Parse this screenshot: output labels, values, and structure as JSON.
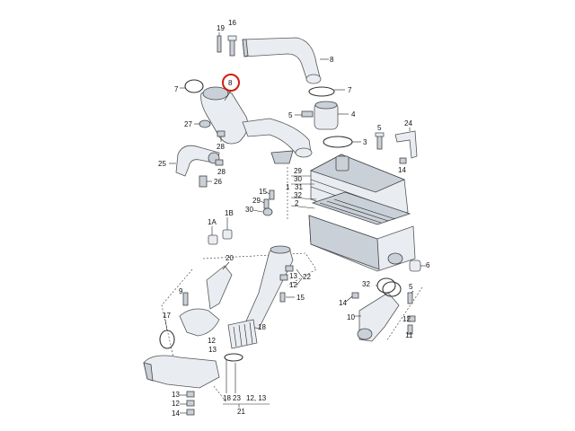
{
  "diagram": {
    "highlight_color": "#d01e12",
    "labels": {
      "l19": "19",
      "l16": "16",
      "l8_top": "8",
      "l7_left": "7",
      "l8_highlight": "8",
      "l7_right": "7",
      "l5_mid": "5",
      "l4": "4",
      "l27": "27",
      "l28_a": "28",
      "l3": "3",
      "l5_right": "5",
      "l24": "24",
      "l25": "25",
      "l28_b": "28",
      "l26": "26",
      "l14_a": "14",
      "l29_a": "29",
      "l30_a": "30",
      "l1": "1",
      "l31": "31",
      "l32_a": "32",
      "l2": "2",
      "l15_a": "15",
      "l29_b": "29",
      "l30_b": "30",
      "l1a": "1A",
      "l1b": "1B",
      "l20": "20",
      "l22": "22",
      "l12_a": "12",
      "l13_a": "13",
      "l15_b": "15",
      "l9": "9",
      "l32_b": "32",
      "l14_b": "14",
      "l10": "10",
      "l5_low": "5",
      "l12_b": "12",
      "l11": "11",
      "l6": "6",
      "l17": "17",
      "l18_a": "18",
      "l12_c": "12",
      "l13_b": "13",
      "l18_b": "18",
      "l23": "23",
      "l12_13": "12, 13",
      "l21": "21",
      "l13_c": "13",
      "l12_d": "12",
      "l14_c": "14"
    }
  }
}
